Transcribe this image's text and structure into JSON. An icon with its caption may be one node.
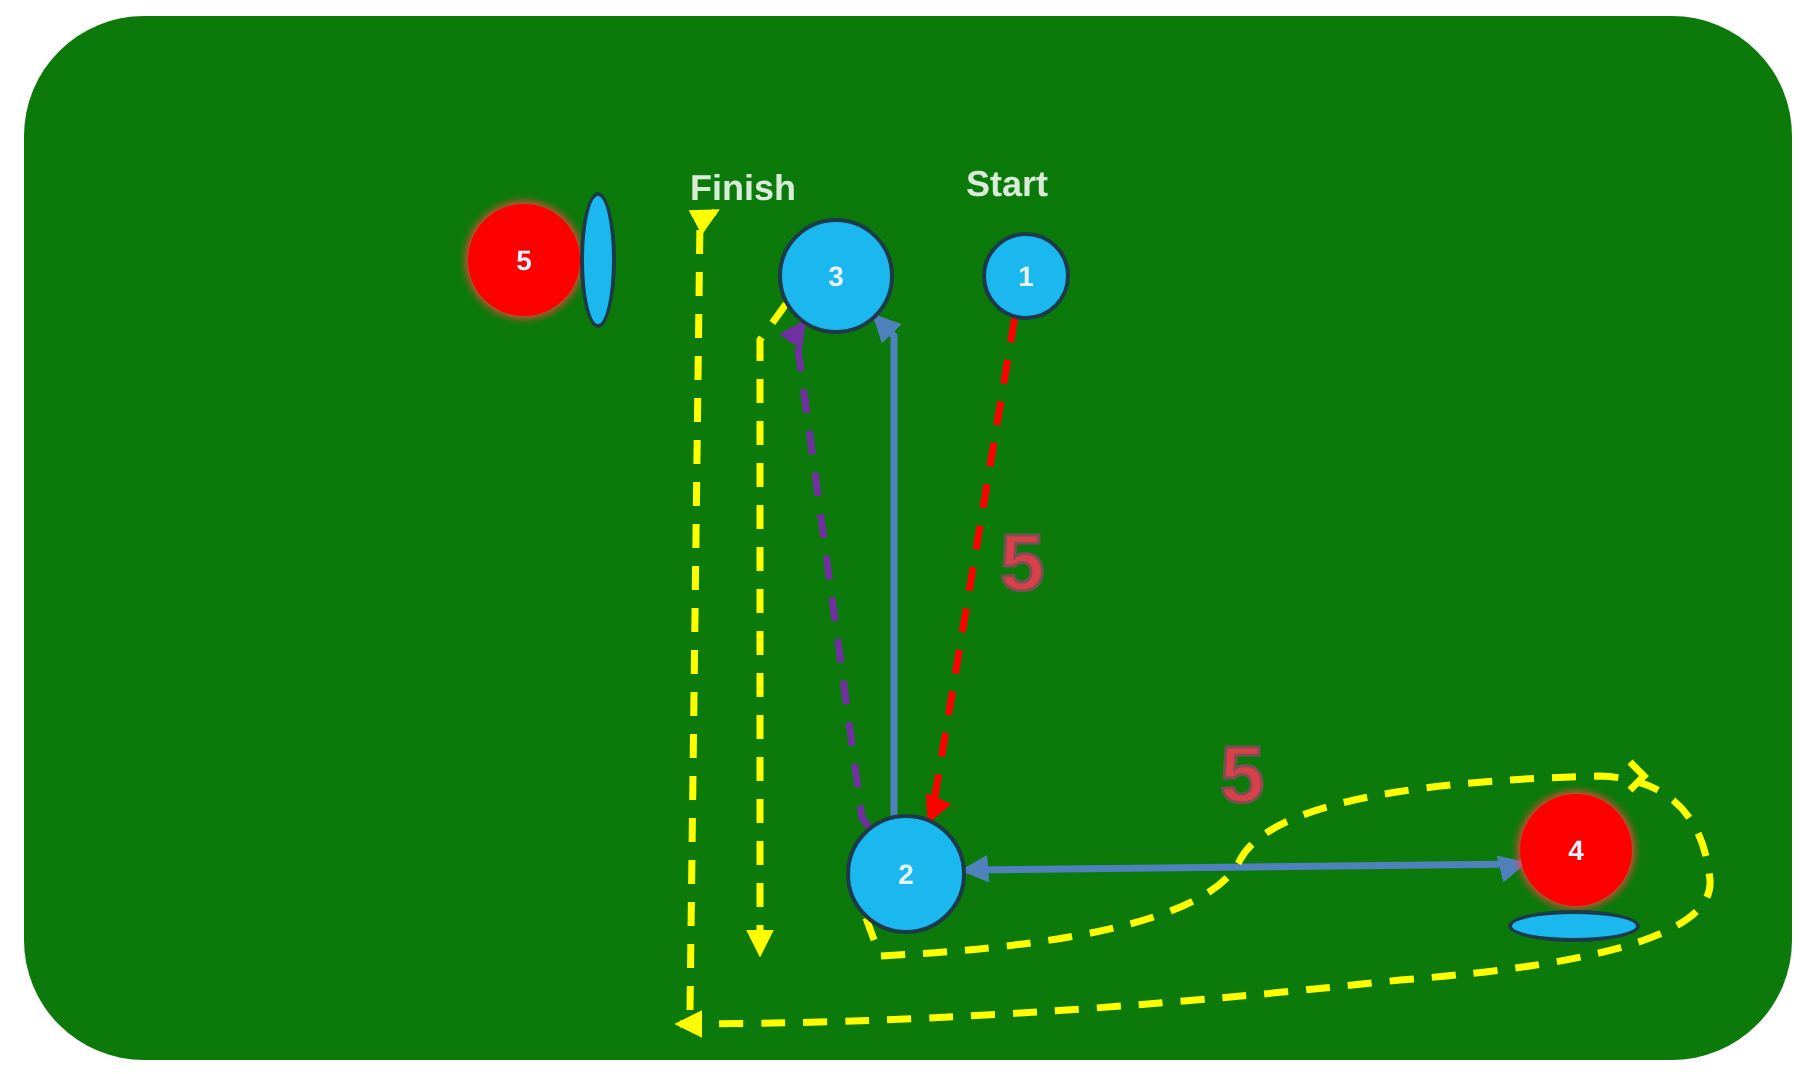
{
  "diagram": {
    "nodes": [
      {
        "text": [
          "5"
        ]
      },
      {
        "text": [],
        "shape": "ellipse"
      },
      {
        "text": [
          "Finish"
        ]
      },
      {
        "text": [
          "3"
        ]
      },
      {
        "text": [
          "1"
        ],
        "beside": [
          "Start"
        ]
      },
      {
        "text": [
          "2"
        ]
      },
      {
        "text": [
          "4"
        ]
      },
      {
        "text": [],
        "shape": "ellipse"
      }
    ],
    "edges": [
      {
        "from": 4,
        "to": 5,
        "arrow": "to",
        "style": "dashed",
        "color": "#ff0000",
        "label": "5"
      },
      {
        "from": 5,
        "to": 3,
        "arrow": "both",
        "color": "#4f81bd"
      },
      {
        "from": 5,
        "to": 3,
        "arrow": "to",
        "style": "dashed",
        "color": "#7030a0"
      },
      {
        "from": 5,
        "to": 6,
        "arrow": "both",
        "color": "#4f81bd",
        "label": "5"
      },
      {
        "from": 3,
        "to": null,
        "arrow": "to",
        "style": "dashed",
        "color": "#ffff00"
      },
      {
        "from": 5,
        "to": null,
        "arrow": "to",
        "style": "dashed",
        "color": "#ffff00"
      },
      {
        "from": null,
        "to": 2,
        "arrow": "to",
        "style": "dashed",
        "color": "#ffff00"
      }
    ]
  }
}
